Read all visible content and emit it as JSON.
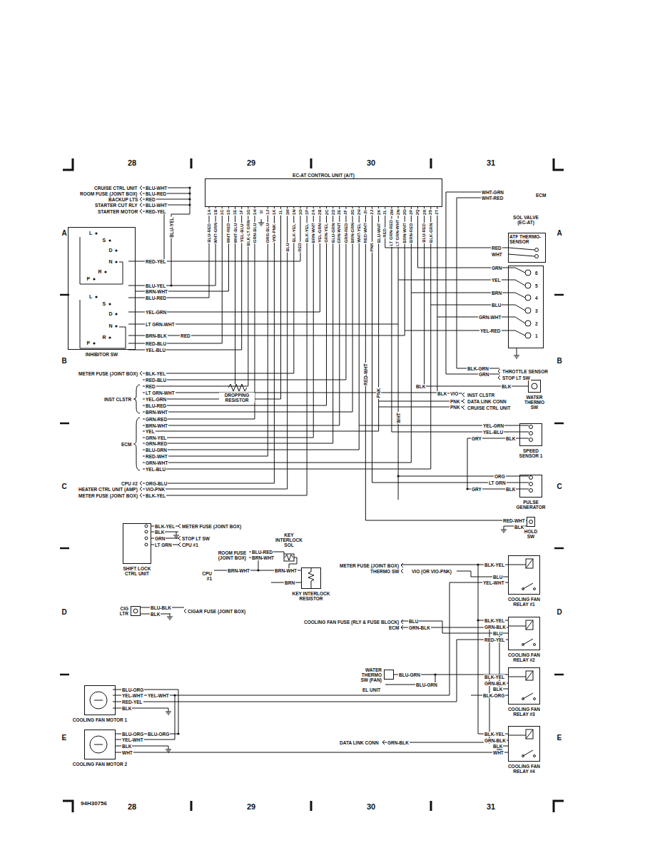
{
  "diagram": {
    "nodes": [
      {
        "text": [
          "EC-AT CONTROL UNIT (A/T)"
        ]
      },
      {
        "text": [
          "INHIBITOR SW"
        ]
      },
      {
        "text": [
          "SOL VALVE (EC-AT)"
        ]
      },
      {
        "text": [
          "ATF THERMO-SENSOR"
        ]
      },
      {
        "text": [
          "DROPPING RESISTOR"
        ]
      },
      {
        "text": [
          "WATER THERMO SW"
        ]
      },
      {
        "text": [
          "SPEED SENSOR 1"
        ]
      },
      {
        "text": [
          "PULSE GENERATOR"
        ]
      },
      {
        "text": [
          "HOLD SW"
        ]
      },
      {
        "text": [
          "SHIFT LOCK CTRL UNIT"
        ]
      },
      {
        "text": [
          "KEY INTERLOCK RESISTOR"
        ]
      },
      {
        "text": [
          "CIG LTR"
        ]
      },
      {
        "text": [
          "COOLING FAN RELAY #1"
        ]
      },
      {
        "text": [
          "COOLING FAN RELAY #2"
        ]
      },
      {
        "text": [
          "WATER THERMO SW (FAN)"
        ]
      },
      {
        "text": [
          "COOLING FAN RELAY #3"
        ]
      },
      {
        "text": [
          "COOLING FAN MOTOR 1"
        ]
      },
      {
        "text": [
          "COOLING FAN RELAY #4"
        ]
      },
      {
        "text": [
          "COOLING FAN MOTOR 2"
        ]
      }
    ],
    "edges": [
      {
        "from": 0,
        "to": 1,
        "arrow": "none"
      },
      {
        "from": 0,
        "to": 3,
        "arrow": "none"
      },
      {
        "from": 0,
        "to": 2,
        "arrow": "none"
      },
      {
        "from": 0,
        "to": 4,
        "arrow": "none"
      },
      {
        "from": 0,
        "to": 5,
        "arrow": "none"
      },
      {
        "from": 0,
        "to": 6,
        "arrow": "none"
      },
      {
        "from": 0,
        "to": 7,
        "arrow": "none"
      },
      {
        "from": 0,
        "to": 8,
        "arrow": "none"
      },
      {
        "from": 12,
        "to": 16,
        "arrow": "none"
      },
      {
        "from": 13,
        "to": 16,
        "arrow": "none"
      },
      {
        "from": 14,
        "to": 15,
        "arrow": "none"
      },
      {
        "from": 17,
        "to": 18,
        "arrow": "none"
      }
    ],
    "labels": [
      "28",
      "29",
      "30",
      "31",
      "A",
      "A",
      "B",
      "B",
      "C",
      "C",
      "D",
      "D",
      "E",
      "E",
      "94H30756",
      "28",
      "29",
      "30",
      "31",
      "CRUISE CTRL UNIT",
      "BLU-WHT",
      "ROOM FUSE (JOINT BOX)",
      "BLU-RED",
      "BACKUP LTS",
      "RED",
      "STARTER CUT RLY",
      "BLU-WHT",
      "STARTER MOTOR",
      "RED-YEL",
      "BLU-YEL",
      "L",
      "S",
      "D",
      "N",
      "R",
      "P",
      "L",
      "S",
      "D",
      "N",
      "R",
      "P",
      "RED-YEL",
      "BLU-YEL",
      "BRN-WHT",
      "BLU-RED",
      "YEL-GRN",
      "LT GRN-WHT",
      "BRN-BLK",
      "RED",
      "RED-BLU",
      "YEL-BLU",
      "METER FUSE (JOINT BOX)",
      "BLK-YEL",
      "RED-BLU",
      "RED",
      "LT GRN-WHT",
      "INST CLSTR",
      "YEL-GRN",
      "BLU-RED",
      "BRN-WHT",
      "GRN-RED",
      "BRN-WHT",
      "YEL",
      "GRN-YEL",
      "ECM",
      "GRN-RED",
      "BLU-GRN",
      "RED-WHT",
      "GRN-WHT",
      "YEL-BLU",
      "CPU #2",
      "ORG-BLU",
      "HEATER CTRL UNIT (AMP)",
      "VIO-PNK",
      "METER FUSE (JOINT BOX)",
      "BLK-YEL",
      "1A",
      "1B",
      "1C",
      "1D",
      "1E",
      "1F",
      "1G",
      "1H",
      "1I",
      "1J",
      "1K",
      "1L",
      "1M",
      "1N",
      "1O",
      "1P",
      "2A",
      "2B",
      "2C",
      "2D",
      "2E",
      "2F",
      "2G",
      "2H",
      "2I",
      "2J",
      "2K",
      "2L",
      "2M",
      "2N",
      "2O",
      "2P",
      "2Q",
      "2R",
      "2S",
      "2T",
      "BLU-RED",
      "WHT-GRN",
      "WHT-RED",
      "WHT-BLU",
      "YEL-BLU",
      "BLK-LT GRN",
      "GRN-BLU",
      "ORG-BLU",
      "VIO-PNK",
      "BLU",
      "BLK-YEL",
      "RED",
      "BLK-YEL",
      "BRN-WHT",
      "YEL-GRN",
      "GRN-YEL",
      "BLU-GRN",
      "GRN-WHT",
      "GRN-RED",
      "BRN-GRN",
      "WHT-YEL",
      "RED-WHT",
      "PNK",
      "BLU-WHT",
      "RED",
      "LT GRN-RED",
      "LT GRN-WHT",
      "BRN-WHT",
      "BRN-RED",
      "BLU-RED",
      "BLK-GRN",
      "WHT-GRN",
      "WHT-RED",
      "ECM",
      "RED",
      "WHT",
      "6",
      "5",
      "4",
      "3",
      "2",
      "1",
      "GRN",
      "YEL",
      "BRN",
      "BLU",
      "GRN-WHT",
      "YEL-RED",
      "BLK-GRN",
      "GRN",
      "THROTTLE SENSOR",
      "STOP LT SW",
      "BLK",
      "BLK",
      "BLK",
      "VIO",
      "INST CLSTR",
      "PNK",
      "DATA LINK CONN",
      "PNK",
      "CRUISE CTRL UNIT",
      "YEL-GRN",
      "YEL-BLU",
      "GRY",
      "BLK",
      "ORG",
      "LT GRN",
      "GRY",
      "BLK",
      "RED-WHT",
      "PNK",
      "WHT",
      "RED-WHT",
      "BLK",
      "BLK-YEL",
      "METER FUSE (JOINT BOX)",
      "BLK",
      "GRN",
      "STOP LT SW",
      "LT GRN",
      "CPU #1",
      "KEY INTERLOCK SOL",
      "ROOM FUSE (JOINT BOX)",
      "BLU-RED",
      "BRN-WHT",
      "CPU #1",
      "BRN-WHT",
      "BRN-WHT",
      "BRN",
      "BLU-BLK",
      "BLK",
      "CIGAR FUSE (JOINT BOX)",
      "METER FUSE (JOINT BOX)",
      "BLK-YEL",
      "THERMO SW",
      "VIO (OR VIO-PNK)",
      "BLU",
      "YEL-WHT",
      "COOLING FAN FUSE (RLY & FUSE BLOCK)",
      "BLU",
      "ECM",
      "GRN-BLK",
      "BLK-YEL",
      "GRN-BLK",
      "BLU",
      "RED-YEL",
      "BLU-GRN",
      "EL UNIT",
      "BLU-GRN",
      "BLK-YEL",
      "GRN-BLK",
      "BLK",
      "BLK-ORG",
      "BLU-ORG",
      "YEL-WHT",
      "YEL-WHT",
      "RED-YEL",
      "BLK",
      "BLU-ORG",
      "BLU-ORG",
      "YEL-WHT",
      "BLK",
      "WHT",
      "BLK-YEL",
      "DATA LINK CONN",
      "GRN-BLK",
      "GRN-BLK",
      "BLK",
      "WHT"
    ]
  }
}
